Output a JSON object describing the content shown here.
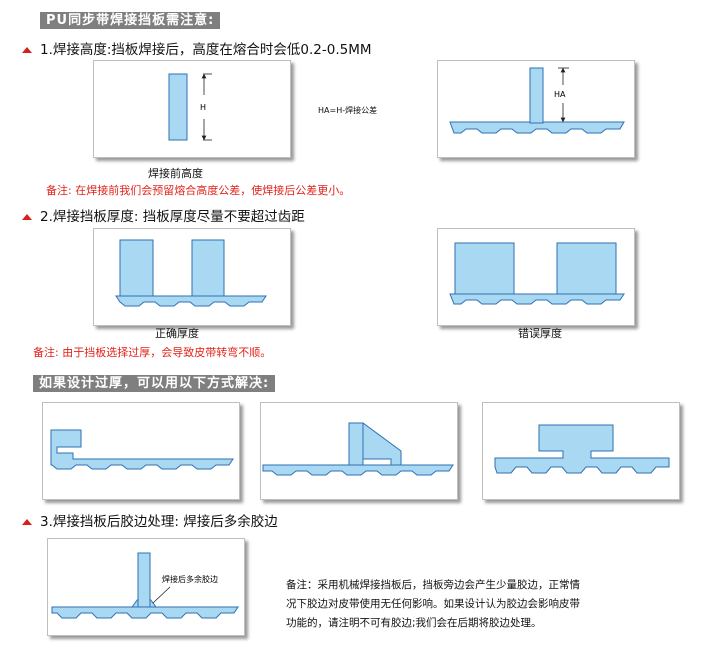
{
  "header": {
    "title": "PU同步带焊接挡板需注意:"
  },
  "section1": {
    "heading": "1.焊接高度:挡板焊接后，高度在熔合时会低0.2-0.5MM",
    "label_h": "H",
    "label_ha": "HA",
    "formula": "HA=H-焊接公差",
    "caption": "焊接前高度",
    "note": "备注:  在焊接前我们会预留熔合高度公差，使焊接后公差更小。"
  },
  "section2": {
    "heading": "2.焊接挡板厚度:  挡板厚度尽量不要超过齿距",
    "caption_correct": "正确厚度",
    "caption_wrong": "错误厚度",
    "note": "备注:  由于挡板选择过厚，会导致皮带转弯不顺。"
  },
  "section_alt": {
    "title": "如果设计过厚，可以用以下方式解决:"
  },
  "section3": {
    "heading": "3.焊接挡板后胶边处理:  焊接后多余胶边",
    "callout": "焊接后多余胶边",
    "note_lines": [
      "备注：采用机械焊接挡板后，挡板旁边会产生少量胶边，正常情",
      "况下胶边对皮带使用无任何影响。如果设计认为胶边会影响皮带",
      "功能的，请注明不可有胶边;我们会在后期将胶边处理。"
    ]
  },
  "colors": {
    "fill": "#a9d8f2",
    "stroke": "#2f6fb3",
    "accent": "#e2231a",
    "bullet": "#d61f1f",
    "banner": "#7f7f7f"
  }
}
